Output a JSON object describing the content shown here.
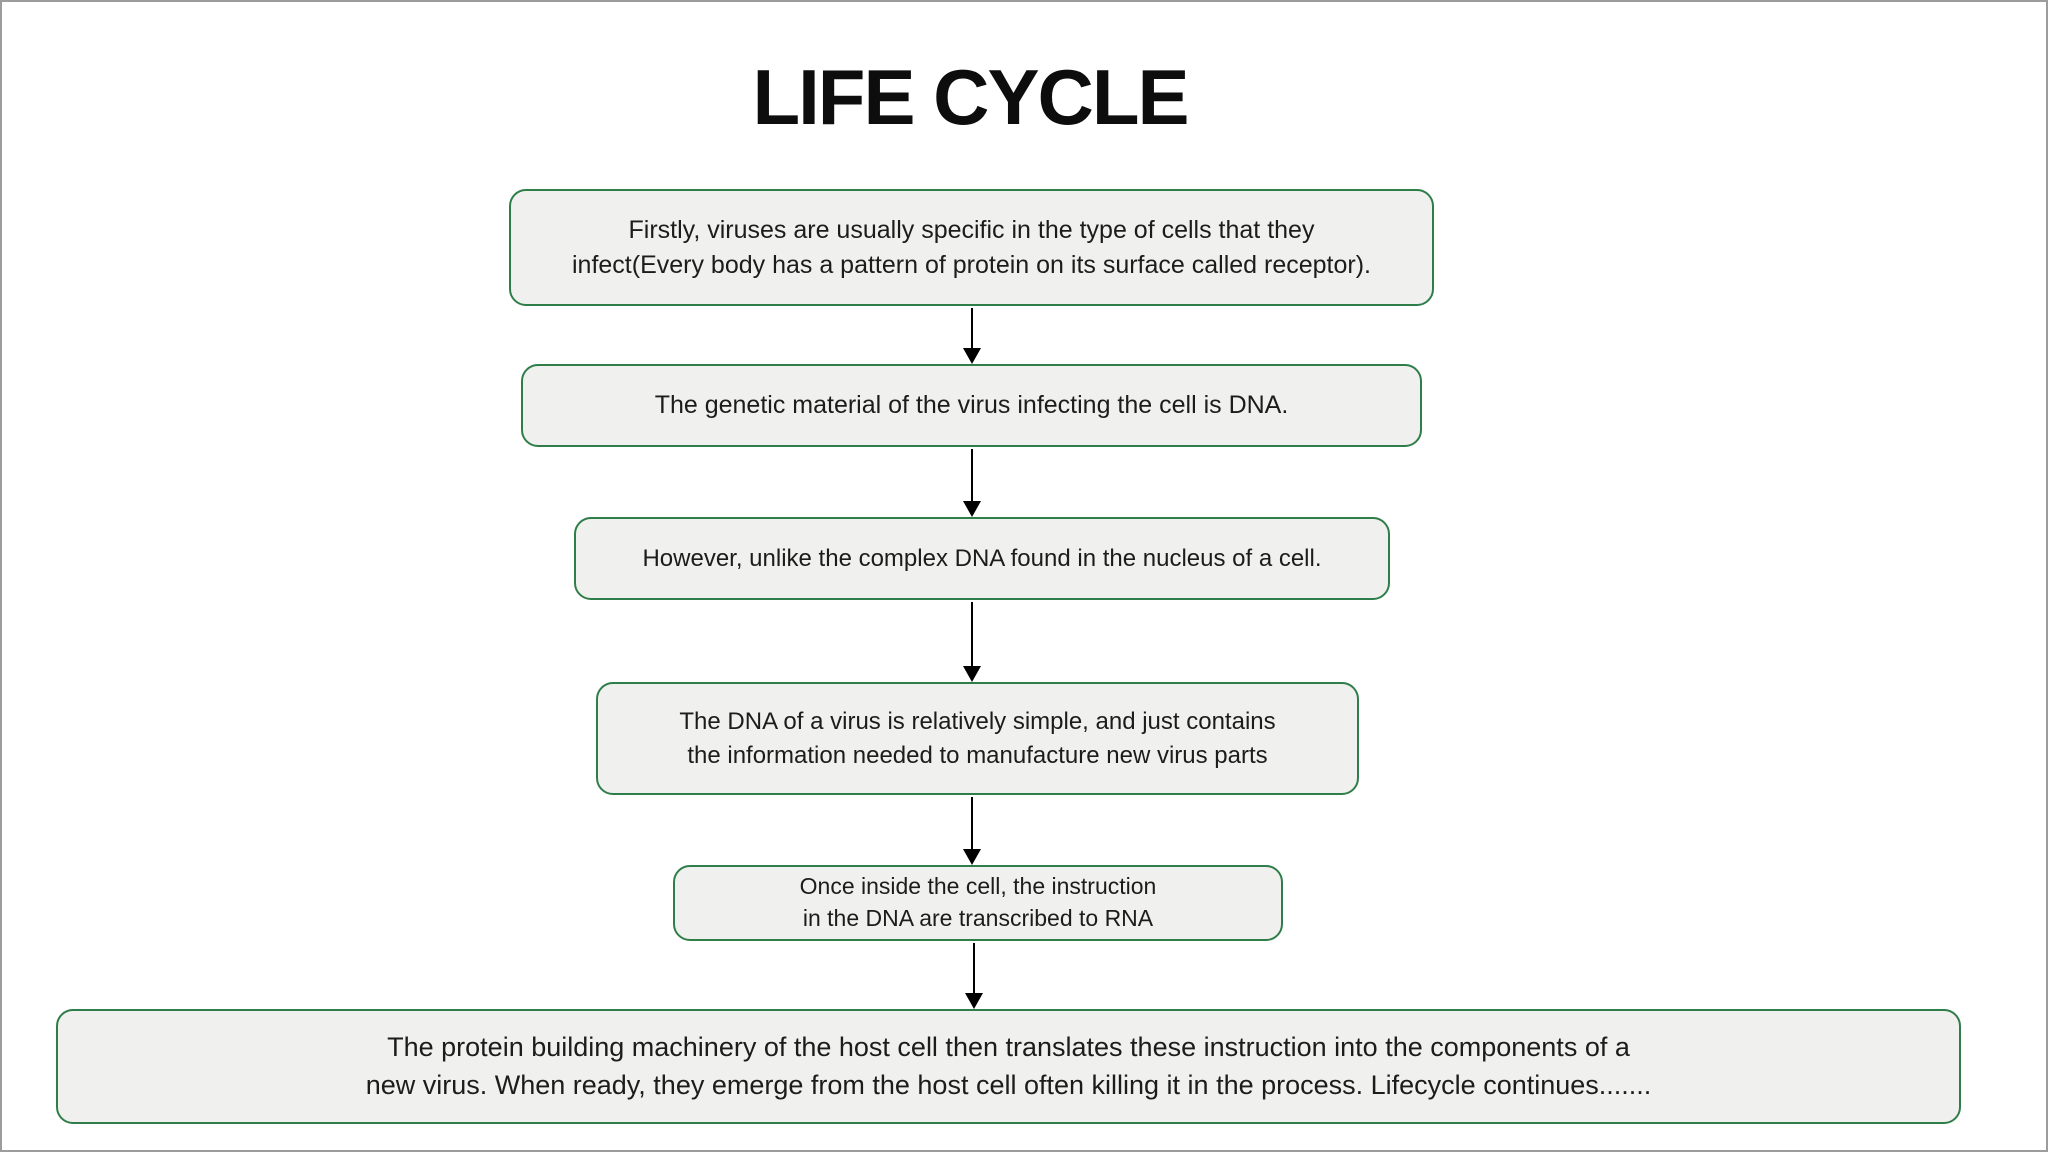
{
  "title": "LIFE CYCLE",
  "colors": {
    "box_border": "#2f7e4a",
    "box_fill": "#f0f0ee",
    "arrow": "#000000",
    "text": "#1c1c1c",
    "page_border": "#9c9c9c"
  },
  "icons": {
    "connector": "down-arrow"
  },
  "steps": [
    {
      "text": "Firstly, viruses are usually specific in the type of cells that they infect(Every body has a pattern of protein on its surface called receptor)."
    },
    {
      "text": "The genetic material of the virus infecting the cell is DNA."
    },
    {
      "text": "However, unlike the complex DNA found in the nucleus of a cell."
    },
    {
      "text": "The DNA of a virus is relatively simple, and just contains the information needed to manufacture new virus parts"
    },
    {
      "text": "Once inside the cell, the instruction in the DNA are transcribed to RNA"
    },
    {
      "text": "The protein building machinery of the host cell then translates these instruction into the components of a new virus. When ready, they emerge from the host cell often killing it in the process. Lifecycle continues......."
    }
  ]
}
